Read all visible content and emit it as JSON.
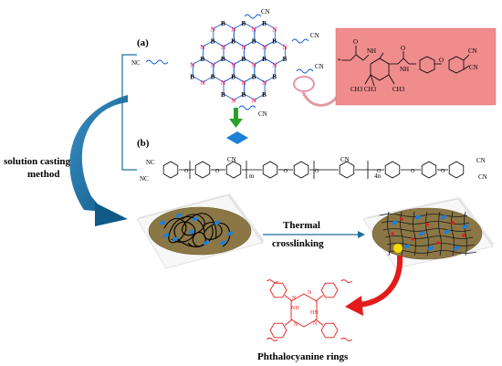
{
  "panel_labels": {
    "a": "(a)",
    "b": "(b)"
  },
  "left_label": {
    "line1": "solution casting",
    "line2": "method"
  },
  "arrow_label": {
    "line1": "Thermal",
    "line2": "crosslinking"
  },
  "bottom_label": "Phthalocyanine rings",
  "bn_network": {
    "atom_b": "B",
    "atom_n": "N",
    "terminal_group": "CN"
  },
  "linker_chain": {
    "substituents": [
      "NH",
      "NH",
      "CN",
      "CN",
      "CH3",
      "CH3",
      "CH3",
      "O",
      "O"
    ]
  },
  "polymer": {
    "end_groups": [
      "NC",
      "NC",
      "CN",
      "CN"
    ],
    "repeat_m": "m",
    "repeat_4n": "4n",
    "nitrile_group": "CN",
    "ether": "O"
  },
  "phthalocyanine": {
    "atom_n": "N",
    "atom_nh": "HN",
    "atom_nh2": "NH"
  },
  "colors": {
    "network_blue": "#1a5fd6",
    "network_pink": "#e0226a",
    "highlight_box": "#ef8c8c",
    "pc_red": "#e31b1b",
    "film_fill": "#8b7745",
    "dish_fill": "#f3f3f3",
    "arrow_teal": "#1d6e9e",
    "arrow_green": "#2aa02a",
    "diamond_blue": "#1e7fd8"
  }
}
